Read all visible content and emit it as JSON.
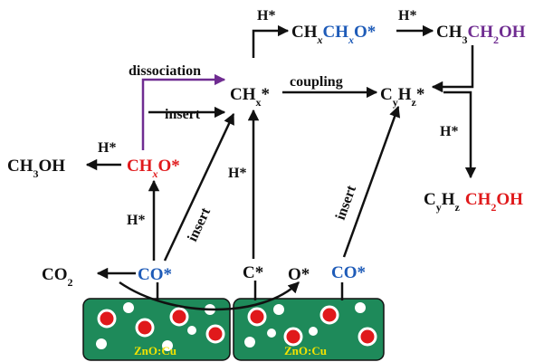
{
  "colors": {
    "text": "#111111",
    "red": "#e0191b",
    "blue": "#1e5bb8",
    "purple": "#6f2c91",
    "catalyst": "#1e8a5a",
    "particle_red": "#e0191b"
  },
  "species": {
    "chx_chxo": {
      "p1": "CH",
      "s1": "x",
      "p2": "CH",
      "s2": "x",
      "p3": "O*"
    },
    "ch3ch2oh": {
      "p1": "CH",
      "s1": "3",
      "p2": "CH",
      "s2": "2",
      "p3": "OH"
    },
    "chx": {
      "p1": "CH",
      "s1": "x",
      "p2": "*"
    },
    "cyhz": {
      "p1": "C",
      "s1": "y",
      "p2": "H",
      "s2": "z",
      "p3": "*"
    },
    "ch3oh": {
      "p1": "CH",
      "s1": "3",
      "p2": "OH"
    },
    "chxo": {
      "p1": "CH",
      "s1": "x",
      "p2": "O*"
    },
    "cyhz_ch2oh": {
      "p1": "C",
      "s1": "y",
      "p2": "H",
      "s2": "z",
      "p3": "CH",
      "s3": "2",
      "p4": "OH"
    },
    "co2": {
      "p1": "CO",
      "s1": "2"
    },
    "co_left": "CO*",
    "c_star": "C*",
    "o_star": "O*",
    "co_right": "CO*"
  },
  "labels": {
    "h_star": "H*",
    "dissociation": "dissociation",
    "insert": "insert",
    "coupling": "coupling"
  },
  "catalyst": {
    "label": "ZnO:Cu"
  }
}
